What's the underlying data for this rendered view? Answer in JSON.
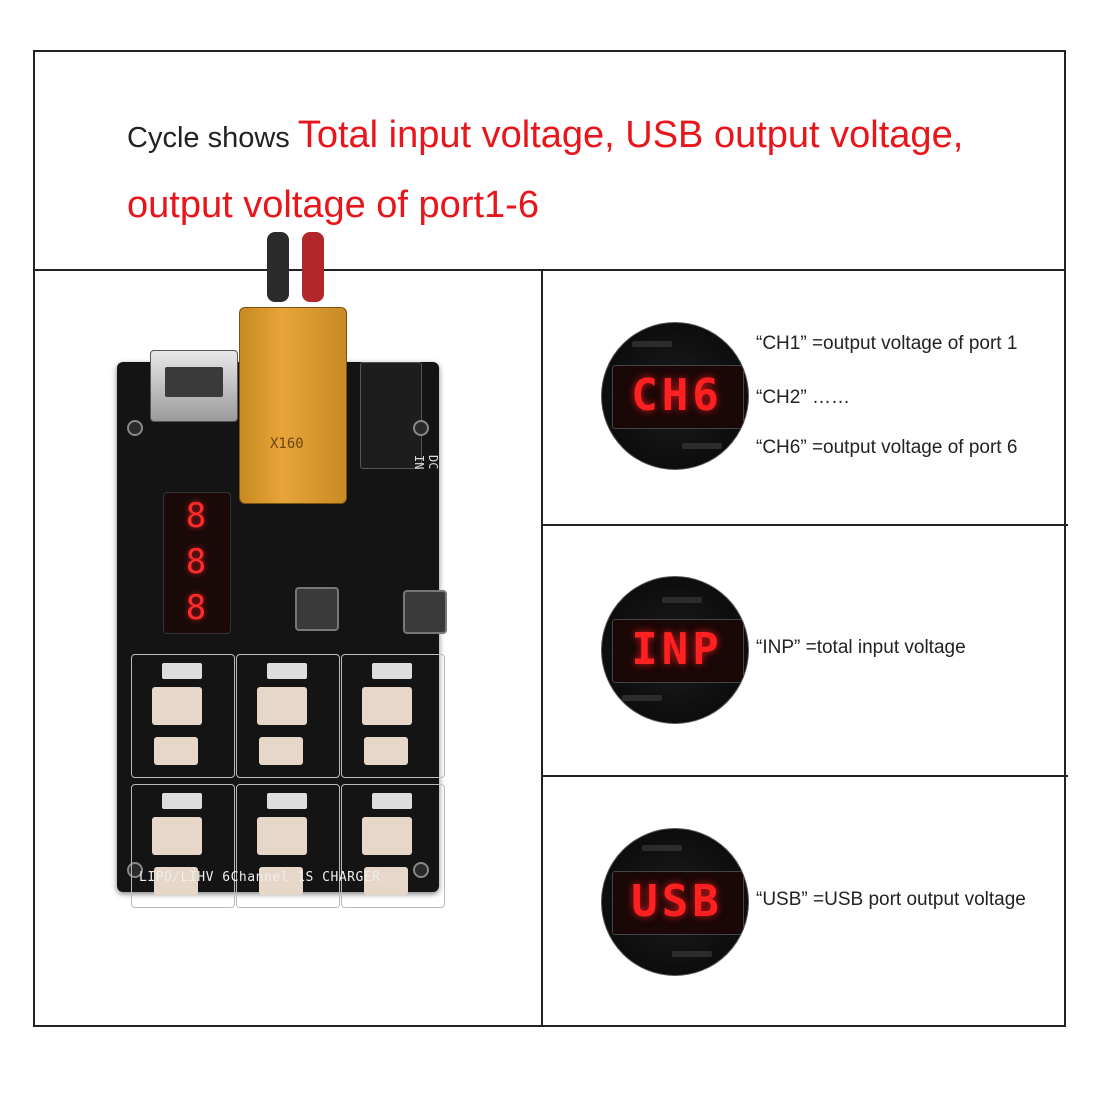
{
  "headline": {
    "lead": "Cycle shows ",
    "highlight_line1": "Total input voltage, USB output voltage,",
    "highlight_line2": "output voltage of port1-6"
  },
  "board": {
    "connector_label": "X160",
    "dc_label": "DC IN",
    "display_digits": [
      "8",
      "8",
      "8"
    ],
    "caption": "LIPO/LIHV 6Channel 1S CHARGER"
  },
  "panels": [
    {
      "display": "CH6",
      "lines": [
        "“CH1”  =output voltage of port 1",
        "“CH2”  ……",
        "“CH6”  =output voltage of port 6"
      ]
    },
    {
      "display": "INP",
      "lines": [
        "“INP”  =total input voltage"
      ]
    },
    {
      "display": "USB",
      "lines": [
        "“USB”  =USB port output voltage"
      ]
    }
  ],
  "colors": {
    "accent_red": "#e8151b",
    "border": "#222222",
    "led_red": "#ff2121"
  }
}
